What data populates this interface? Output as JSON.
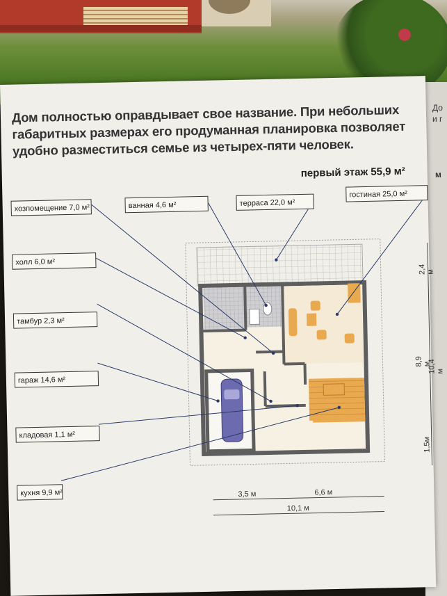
{
  "headline": "Дом полностью оправдывает свое название. При небольших габаритных размерах его продуманная планировка позволяет удобно разместиться семье из четырех-пяти человек.",
  "floor_title": "первый этаж 55,9 м²",
  "rooms": [
    {
      "name": "хозпомещение 7,0 м²"
    },
    {
      "name": "ванная 4,6 м²"
    },
    {
      "name": "терраса 22,0 м²"
    },
    {
      "name": "гостиная 25,0 м²"
    },
    {
      "name": "холл 6,0 м²"
    },
    {
      "name": "тамбур 2,3 м²"
    },
    {
      "name": "гараж 14,6 м²"
    },
    {
      "name": "кладовая 1,1 м²"
    },
    {
      "name": "кухня 9,9 м²"
    }
  ],
  "dimensions": {
    "d_35": "3,5 м",
    "d_66": "6,6 м",
    "d_101": "10,1 м",
    "d_24": "2,4 м",
    "d_89": "8,9 м",
    "d_104": "10,4 м",
    "d_15": "1,5м"
  },
  "right_page": [
    "До",
    "и г",
    "м"
  ],
  "colors": {
    "wood": "#e9a94f",
    "wall": "#6e6e6e",
    "garage_car": "#5c5a9e",
    "grid": "#b9b7b0"
  }
}
